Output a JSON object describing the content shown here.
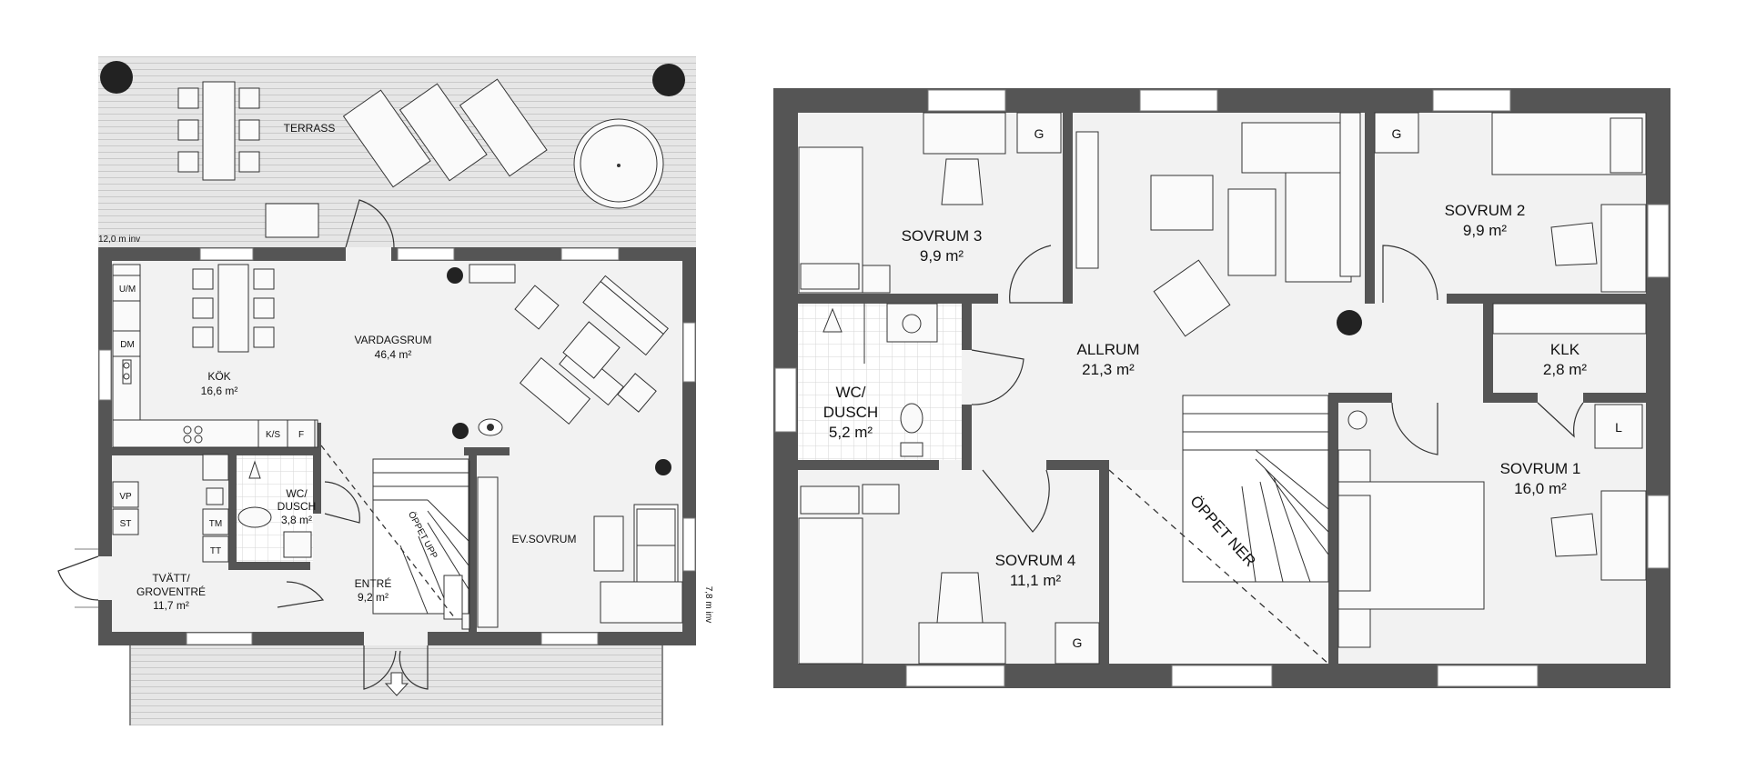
{
  "ground_floor": {
    "terrace": "TERRASS",
    "width_dim": "12,0 m inv",
    "depth_dim": "7,8 m inv",
    "kitchen": {
      "name": "KÖK",
      "area": "16,6 m²"
    },
    "living": {
      "name": "VARDAGSRUM",
      "area": "46,4 m²"
    },
    "laundry": {
      "name1": "TVÄTT/",
      "name2": "GROVENTRÉ",
      "area": "11,7 m²"
    },
    "wc": {
      "name1": "WC/",
      "name2": "DUSCH",
      "area": "3,8 m²"
    },
    "entry": {
      "name": "ENTRÉ",
      "area": "9,2 m²"
    },
    "bedroom": {
      "name": "EV.SOVRUM"
    },
    "stair_note": "ÖPPET UPP",
    "tags": {
      "um": "U/M",
      "dm": "DM",
      "ks": "K/S",
      "f": "F",
      "vp": "VP",
      "st": "ST",
      "tm": "TM",
      "tt": "TT"
    }
  },
  "upper_floor": {
    "sovrum3": {
      "name": "SOVRUM 3",
      "area": "9,9 m²"
    },
    "sovrum2": {
      "name": "SOVRUM 2",
      "area": "9,9 m²"
    },
    "allrum": {
      "name": "ALLRUM",
      "area": "21,3 m²"
    },
    "klk": {
      "name": "KLK",
      "area": "2,8 m²"
    },
    "wc": {
      "name1": "WC/",
      "name2": "DUSCH",
      "area": "5,2 m²"
    },
    "sovrum1": {
      "name": "SOVRUM 1",
      "area": "16,0 m²"
    },
    "sovrum4": {
      "name": "SOVRUM 4",
      "area": "11,1 m²"
    },
    "void_note": "ÖPPET NER",
    "tags": {
      "g": "G",
      "l": "L"
    }
  },
  "colors": {
    "wall": "#555555",
    "floor": "#f1f1f1",
    "deck": "#e3e3e3",
    "line": "#333333"
  }
}
